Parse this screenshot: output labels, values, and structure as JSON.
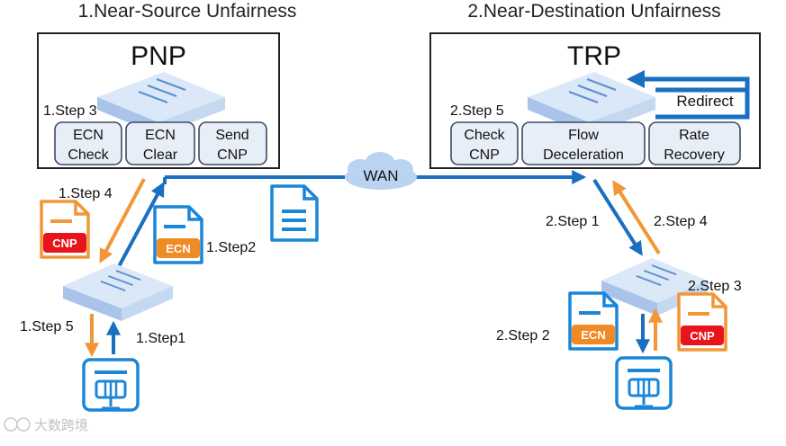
{
  "titles": {
    "left": "1.Near-Source Unfairness",
    "right": "2.Near-Destination Unfairness"
  },
  "pnp": {
    "title": "PNP",
    "step_label": "1.Step 3",
    "modules": [
      {
        "line1": "ECN",
        "line2": "Check"
      },
      {
        "line1": "ECN",
        "line2": "Clear"
      },
      {
        "line1": "Send",
        "line2": "CNP"
      }
    ]
  },
  "trp": {
    "title": "TRP",
    "step_label": "2.Step 5",
    "redirect": "Redirect",
    "modules": [
      {
        "line1": "Check",
        "line2": "CNP"
      },
      {
        "line1": "Flow",
        "line2": "Deceleration"
      },
      {
        "line1": "Rate",
        "line2": "Recovery"
      }
    ]
  },
  "wan": "WAN",
  "packets": {
    "cnp": "CNP",
    "ecn": "ECN"
  },
  "left_steps": {
    "step1": "1.Step1",
    "step2": "1.Step2",
    "step4": "1.Step 4",
    "step5": "1.Step 5"
  },
  "right_steps": {
    "step1": "2.Step 1",
    "step2": "2.Step 2",
    "step3": "2.Step 3",
    "step4": "2.Step 4"
  },
  "watermark": "大数跨境",
  "colors": {
    "blue": "#1a6fc0",
    "orange": "#f29737",
    "red": "#e8141b",
    "ecn_orange": "#f08a24",
    "module_fill": "#e8eef7",
    "module_stroke": "#3d4a66",
    "switch_top": "#dbe8f7",
    "switch_side": "#a9c4e8"
  }
}
